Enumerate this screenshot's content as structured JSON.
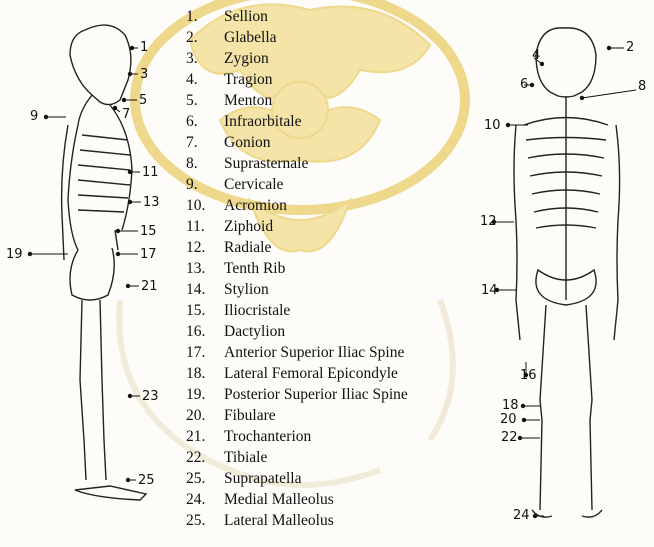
{
  "landmarks": [
    {
      "num": "1.",
      "name": "Sellion"
    },
    {
      "num": "2.",
      "name": "Glabella"
    },
    {
      "num": "3.",
      "name": "Zygion"
    },
    {
      "num": "4.",
      "name": "Tragion"
    },
    {
      "num": "5.",
      "name": "Menton"
    },
    {
      "num": "6.",
      "name": "Infraorbitale"
    },
    {
      "num": "7.",
      "name": "Gonion"
    },
    {
      "num": "8.",
      "name": "Suprasternale"
    },
    {
      "num": "9.",
      "name": "Cervicale"
    },
    {
      "num": "10.",
      "name": "Acromion"
    },
    {
      "num": "11.",
      "name": "Ziphoid"
    },
    {
      "num": "12.",
      "name": "Radiale"
    },
    {
      "num": "13.",
      "name": "Tenth Rib"
    },
    {
      "num": "14.",
      "name": "Stylion"
    },
    {
      "num": "15.",
      "name": "Iliocristale"
    },
    {
      "num": "16.",
      "name": "Dactylion"
    },
    {
      "num": "17.",
      "name": "Anterior Superior Iliac Spine"
    },
    {
      "num": "18.",
      "name": "Lateral Femoral Epicondyle"
    },
    {
      "num": "19.",
      "name": "Posterior Superior Iliac Spine"
    },
    {
      "num": "20.",
      "name": "Fibulare"
    },
    {
      "num": "21.",
      "name": "Trochanterion"
    },
    {
      "num": "22.",
      "name": "Tibiale"
    },
    {
      "num": "25.",
      "name": "Suprapatella"
    },
    {
      "num": "24.",
      "name": "Medial Malleolus"
    },
    {
      "num": "25.",
      "name": "Lateral Malleolus"
    }
  ],
  "side_callouts": [
    "1",
    "3",
    "5",
    "7",
    "9",
    "11",
    "13",
    "15",
    "17",
    "19",
    "21",
    "23",
    "25"
  ],
  "front_callouts": [
    "2",
    "4",
    "6",
    "8",
    "10",
    "12",
    "14",
    "16",
    "18",
    "20",
    "22",
    "24"
  ],
  "colors": {
    "ink": "#111111",
    "watermark": "#f2dc8a",
    "watermark_dark": "#e9c766",
    "background": "#fdfcf8"
  }
}
